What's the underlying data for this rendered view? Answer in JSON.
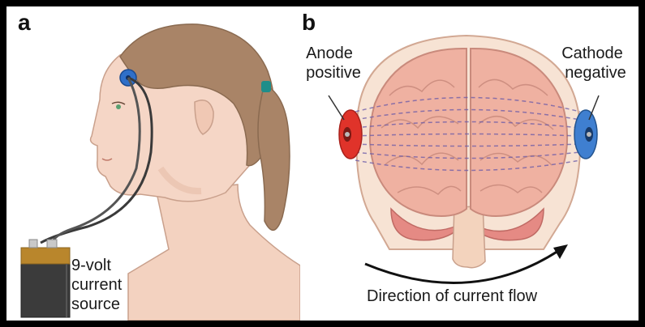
{
  "panel_a": {
    "letter": "a",
    "battery_label": [
      "9-volt",
      "current",
      "source"
    ]
  },
  "panel_b": {
    "letter": "b",
    "anode_label": [
      "Anode",
      "positive"
    ],
    "cathode_label": [
      "Cathode",
      "negative"
    ],
    "flow_label": "Direction of current flow"
  },
  "colors": {
    "hair": "#a98467",
    "skin": "#f3d2c0",
    "anode": "#e0332a",
    "cathode": "#3f7fd0",
    "electrode_small": "#2f6fc8",
    "battery_body": "#3b3b3b",
    "battery_top": "#b9862c",
    "brain": "#efb1a1",
    "background": "#000000"
  }
}
